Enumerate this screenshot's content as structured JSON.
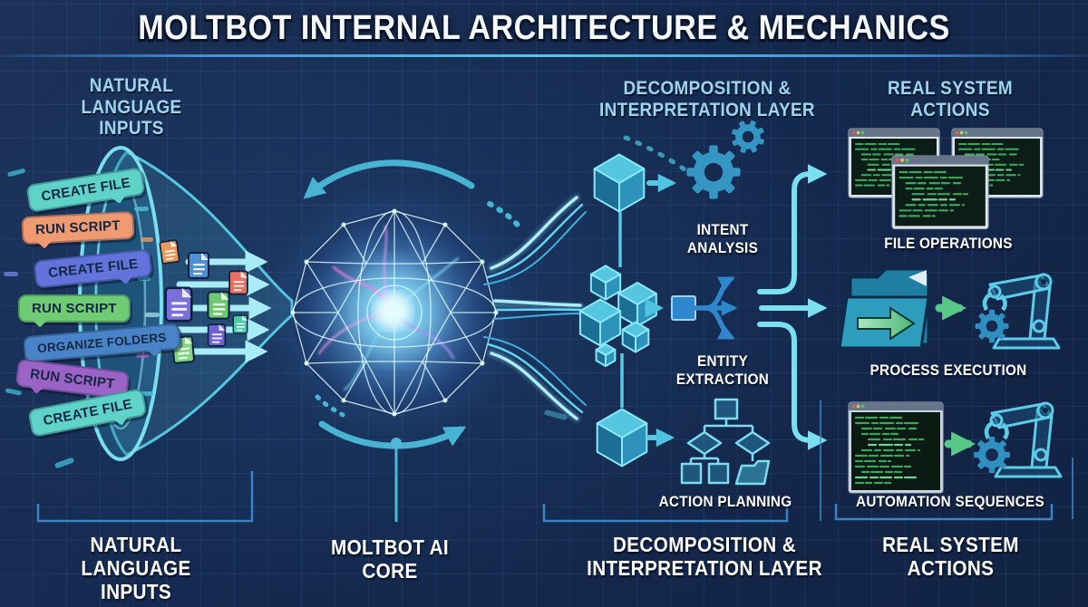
{
  "title": "MOLTBOT INTERNAL ARCHITECTURE & MECHANICS",
  "sections": {
    "inputs": {
      "header": "NATURAL\nLANGUAGE\nINPUTS",
      "footer": "NATURAL LANGUAGE\nINPUTS"
    },
    "core": {
      "footer": "MOLTBOT AI CORE"
    },
    "decomposition": {
      "header": "DECOMPOSITION &\nINTERPRETATION LAYER",
      "footer": "DECOMPOSITION &\nINTERPRETATION LAYER"
    },
    "actions": {
      "header": "REAL SYSTEM\nACTIONS",
      "footer": "REAL SYSTEM\nACTIONS"
    }
  },
  "input_bubbles": [
    {
      "label": "CREATE FILE",
      "color": "#5fd3c8"
    },
    {
      "label": "RUN SCRIPT",
      "color": "#f09a72"
    },
    {
      "label": "CREATE FILE",
      "color": "#6274db"
    },
    {
      "label": "RUN SCRIPT",
      "color": "#6fcc74"
    },
    {
      "label": "ORGANIZE FOLDERS",
      "color": "#4a84c8"
    },
    {
      "label": "RUN SCRIPT",
      "color": "#9c63c6"
    },
    {
      "label": "CREATE FILE",
      "color": "#5fd3c8"
    }
  ],
  "decomposition_stages": [
    {
      "label": "INTENT\nANALYSIS",
      "icon": "gears-icon"
    },
    {
      "label": "ENTITY\nEXTRACTION",
      "icon": "branch-arrows-icon"
    },
    {
      "label": "ACTION PLANNING",
      "icon": "flowchart-icon"
    }
  ],
  "system_actions": [
    {
      "label": "FILE OPERATIONS",
      "icon": "terminal-windows-icon"
    },
    {
      "label": "PROCESS EXECUTION",
      "icon": "folder-arrow-robot-icon"
    },
    {
      "label": "AUTOMATION SEQUENCES",
      "icon": "terminal-robot-icon"
    }
  ],
  "colors": {
    "background": "#15294d",
    "grid_line": "#2c4d7c",
    "title_text": "#f5f9fd",
    "header_text": "#9fd4ee",
    "label_text": "#ffffff",
    "accent_cyan": "#7ae0f0",
    "funnel_teal": "#54c8e0",
    "icon_blue": "#3596c4",
    "terminal_green": "#3da45e",
    "arrow_green": "#58c788",
    "bracket_blue": "#3f8fd4"
  }
}
